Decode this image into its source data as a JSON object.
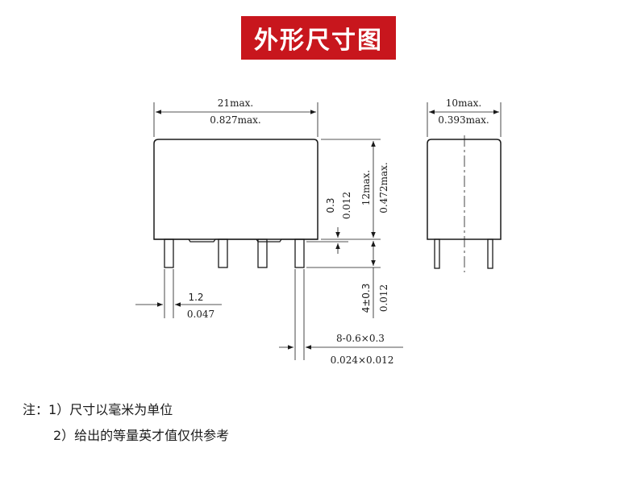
{
  "title": "外形尺寸图",
  "colors": {
    "banner": "#c8161d",
    "line": "#1a1a1a"
  },
  "front_view": {
    "width_mm": "21max.",
    "width_in": "0.827max.",
    "height_mm": "12max.",
    "height_in": "0.472max.",
    "standoff_mm": "0.3",
    "standoff_in": "0.012",
    "pin_length_mm": "4±0.3",
    "pin_length_in": "0.012",
    "pin_width_mm": "1.2",
    "pin_width_in": "0.047",
    "pin_section_mm": "8-0.6×0.3",
    "pin_section_in": "0.024×0.012"
  },
  "side_view": {
    "width_mm": "10max.",
    "width_in": "0.393max."
  },
  "notes": {
    "prefix": "注：",
    "line1": "1）尺寸以毫米为单位",
    "line2": "2）给出的等量英才值仅供参考"
  }
}
